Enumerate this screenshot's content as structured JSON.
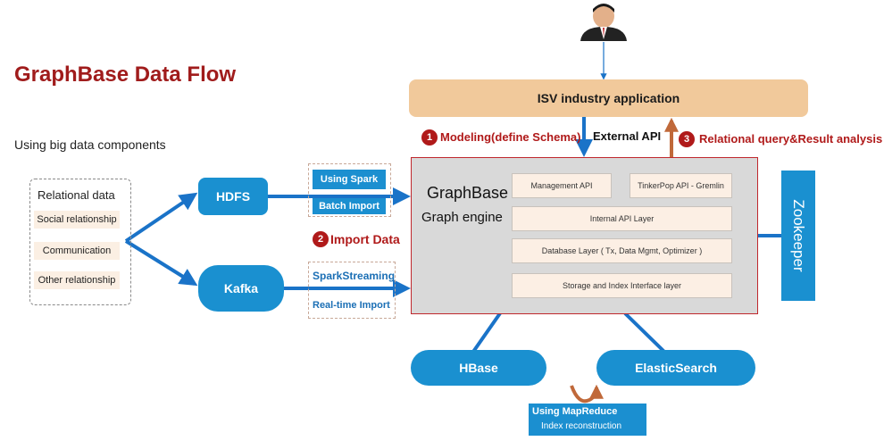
{
  "title": "GraphBase Data Flow",
  "subtitle": "Using big data components",
  "relational": {
    "title": "Relational data",
    "items": [
      "Social relationship",
      "Communication",
      "Other relationship"
    ]
  },
  "sources": {
    "hdfs": "HDFS",
    "kafka": "Kafka"
  },
  "import_tools": {
    "spark": "Using Spark",
    "batch": "Batch Import",
    "streaming": "SparkStreaming",
    "realtime": "Real-time Import"
  },
  "isv": "ISV industry application",
  "steps": [
    {
      "num": "1",
      "label": "Modeling(define Schema)"
    },
    {
      "num": "2",
      "label": "Import Data"
    },
    {
      "num": "3",
      "label": "Relational query&Result analysis"
    }
  ],
  "external_api": "External API",
  "engine": {
    "name": "GraphBase",
    "subtitle": "Graph engine",
    "management_api": "Management API",
    "tinkerpop_api": "TinkerPop API  - Gremlin",
    "layers": [
      "Internal API Layer",
      "Database Layer ( Tx, Data Mgmt, Optimizer )",
      "Storage and Index Interface layer"
    ]
  },
  "zookeeper": "Zookeeper",
  "storage": {
    "hbase": "HBase",
    "elasticsearch": "ElasticSearch"
  },
  "mapreduce": {
    "line1": "Using MapReduce",
    "line2": "Index reconstruction"
  },
  "colors": {
    "accent_blue": "#1a90d0",
    "accent_red": "#b01a1a",
    "isv_fill": "#f1c99b"
  }
}
